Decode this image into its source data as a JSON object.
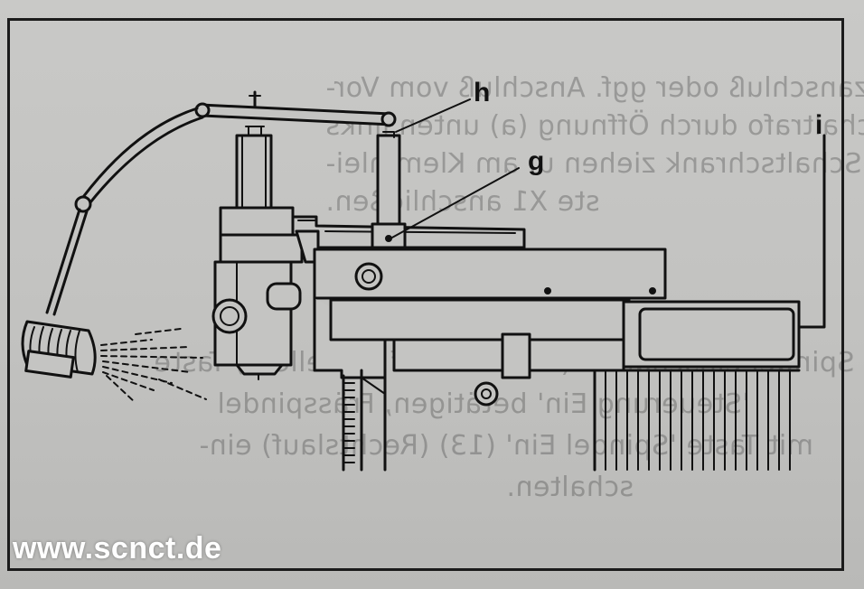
{
  "labels": {
    "h": "h",
    "g": "g",
    "i": "i"
  },
  "watermark": "www.scnct.de",
  "show_through_text": [
    "Netzanschluß oder ggf. Anschluß vom Vor-",
    "schaltrafo durch Öffnung (a) unten links",
    "am Schaltschrank ziehen u. am Klemmlei-",
    "ste X1 anschließen.",
    "Spindel einschalten (Schalter auf 'I' stellen), Taste",
    "'Steuerung Ein' betätigen, Frässpindel",
    "mit Taste 'Spindel Ein' (13) (Rechtslauf) ein-",
    "schalten."
  ],
  "colors": {
    "ink": "#111111",
    "paper": "#c4c4c2"
  }
}
